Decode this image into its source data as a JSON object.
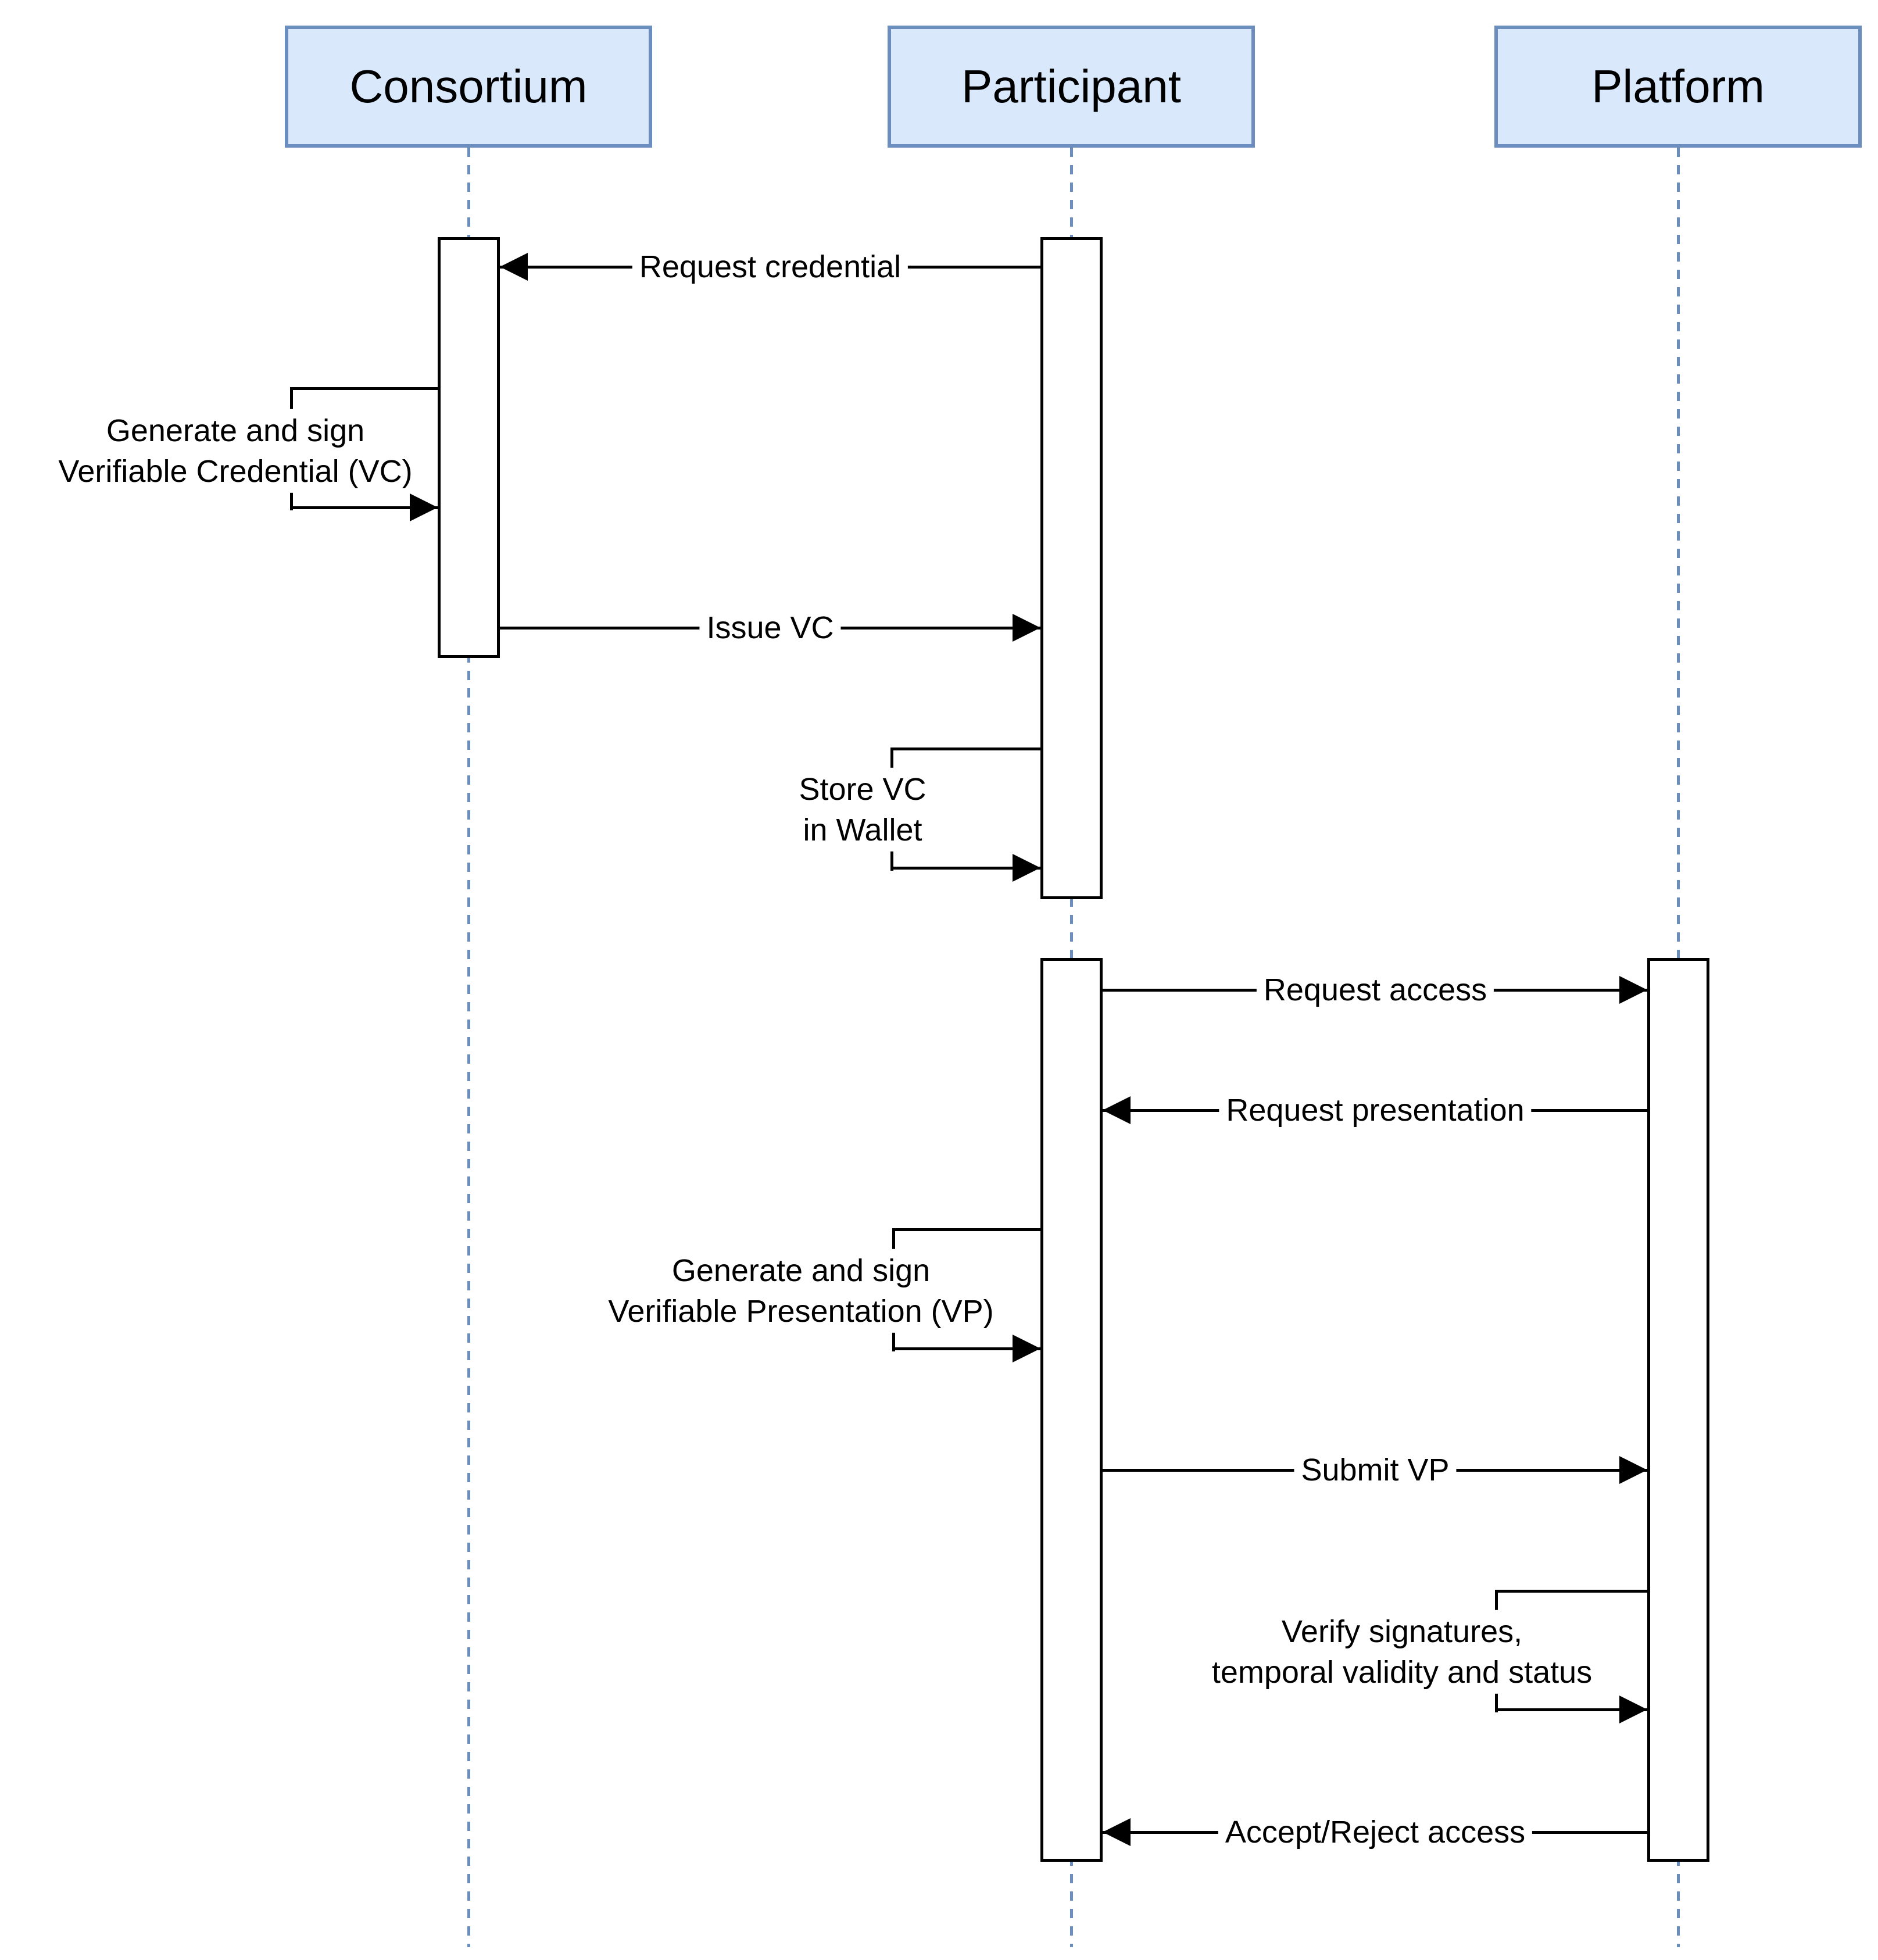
{
  "diagram_type": "uml-sequence-diagram",
  "actors": [
    {
      "label": "Consortium"
    },
    {
      "label": "Participant"
    },
    {
      "label": "Platform"
    }
  ],
  "messages": [
    {
      "label": "Request credential",
      "from": "Participant",
      "to": "Consortium",
      "kind": "message"
    },
    {
      "label": "Generate and sign\nVerifiable Credential (VC)",
      "actor": "Consortium",
      "kind": "self"
    },
    {
      "label": "Issue VC",
      "from": "Consortium",
      "to": "Participant",
      "kind": "message"
    },
    {
      "label": "Store VC\nin Wallet",
      "actor": "Participant",
      "kind": "self"
    },
    {
      "label": "Request access",
      "from": "Participant",
      "to": "Platform",
      "kind": "message"
    },
    {
      "label": "Request presentation",
      "from": "Platform",
      "to": "Participant",
      "kind": "message"
    },
    {
      "label": "Generate and sign\nVerifiable Presentation (VP)",
      "actor": "Participant",
      "kind": "self"
    },
    {
      "label": "Submit VP",
      "from": "Participant",
      "to": "Platform",
      "kind": "message"
    },
    {
      "label": "Verify signatures,\ntemporal validity and status",
      "actor": "Platform",
      "kind": "self"
    },
    {
      "label": "Accept/Reject access",
      "from": "Platform",
      "to": "Participant",
      "kind": "message"
    }
  ],
  "colors": {
    "actor_fill": "#dae8fc",
    "actor_border": "#6c8ebf",
    "lifeline": "#6c8ebf",
    "message_line": "#000000",
    "text": "#000000",
    "background": "#ffffff"
  }
}
